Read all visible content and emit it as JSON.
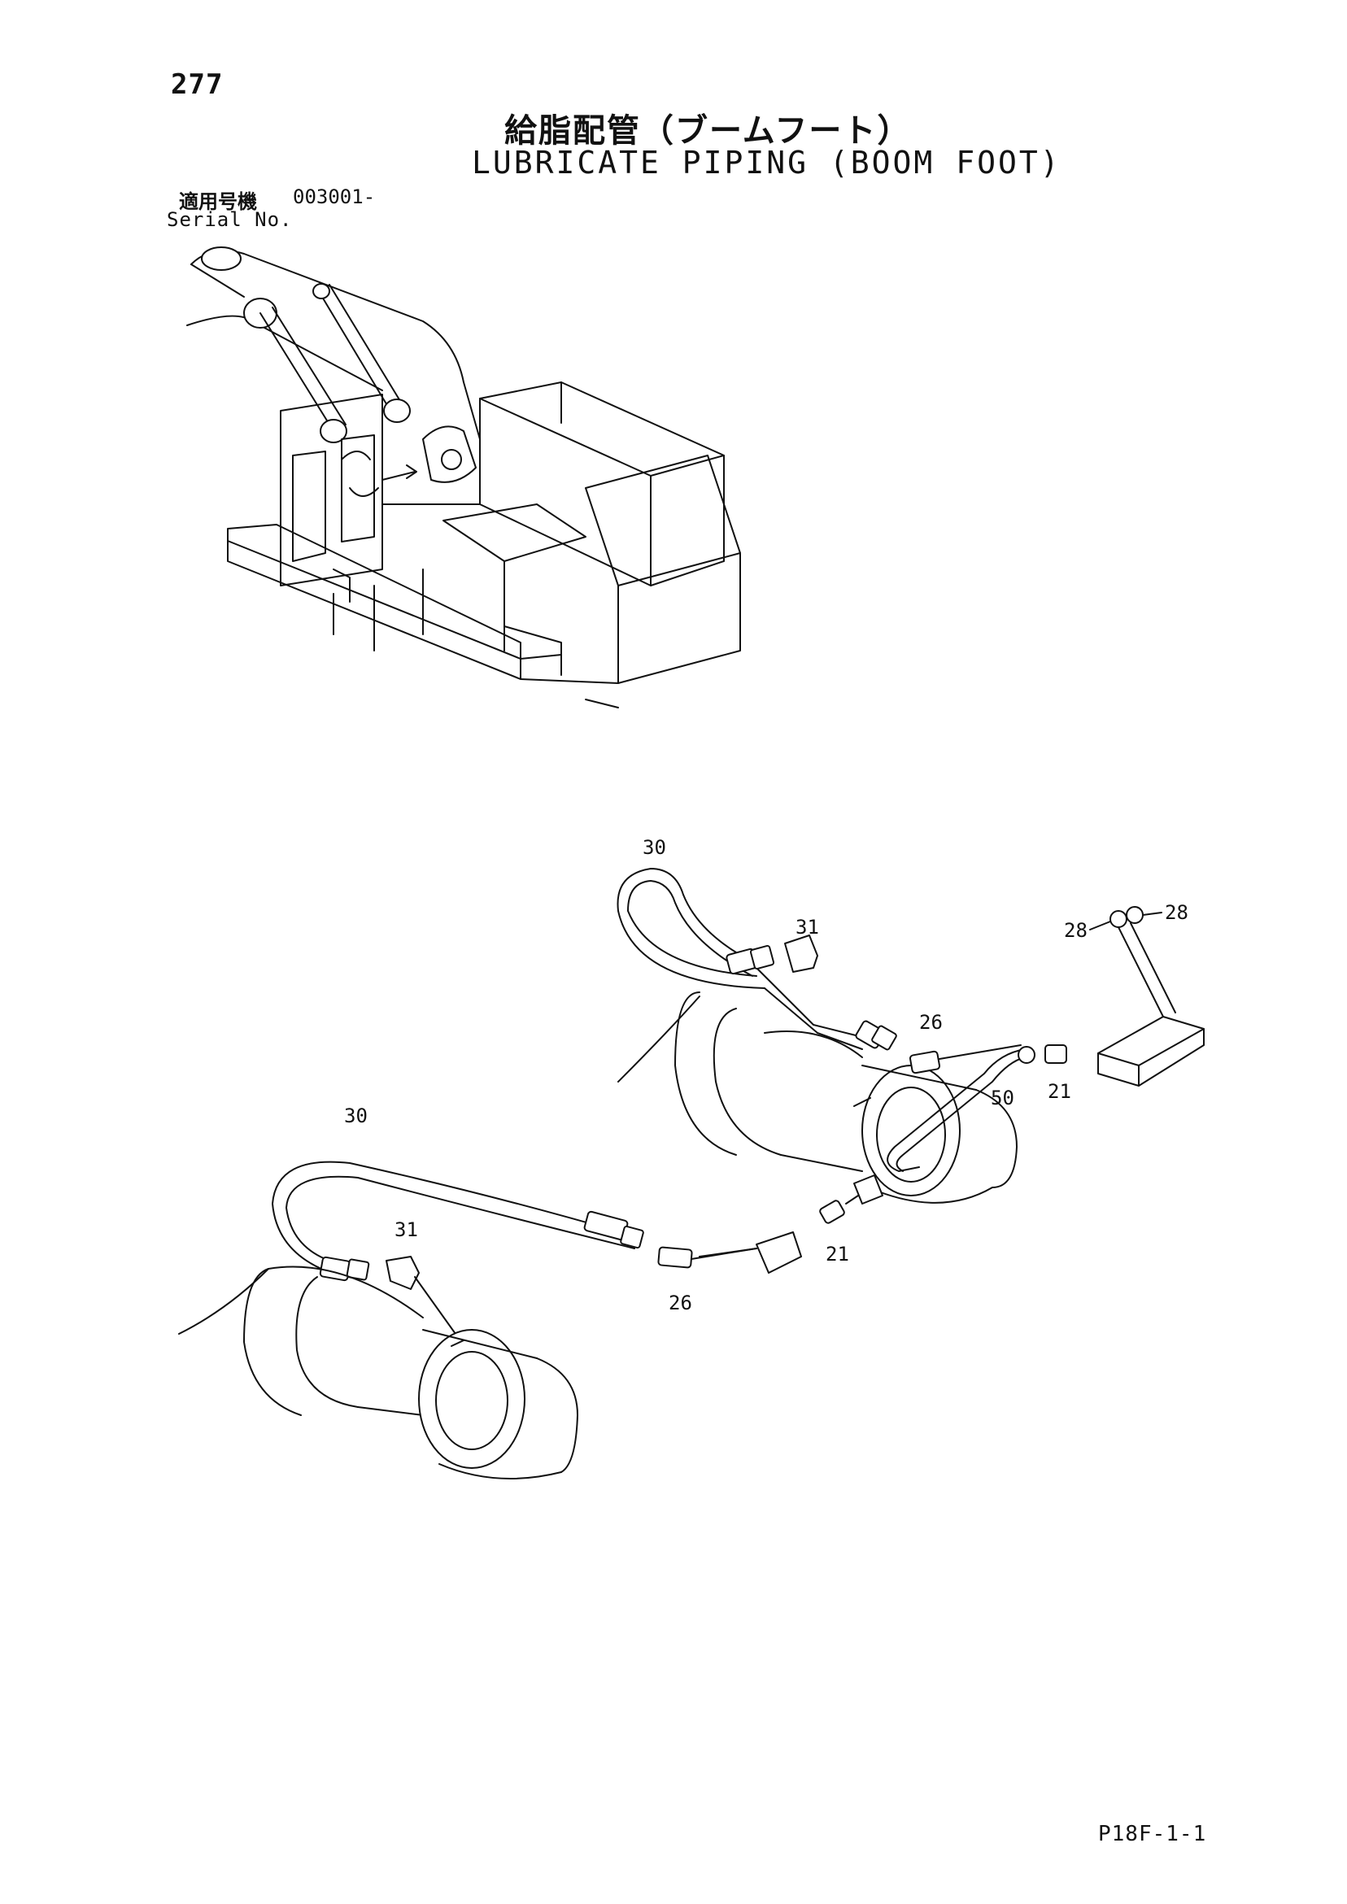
{
  "header": {
    "page_number": "277",
    "title_jp": "給脂配管（ブームフート）",
    "title_en": "LUBRICATE PIPING (BOOM FOOT)"
  },
  "serial": {
    "label_jp": "適用号機",
    "value": "003001-",
    "label_en": "Serial No."
  },
  "callouts": {
    "hose_upper": "30",
    "elbow_upper": "31",
    "adapter_upper": "26",
    "grease_nipple_left": "28",
    "grease_nipple_right": "28",
    "pipe": "50",
    "connector_upper": "21",
    "hose_lower": "30",
    "elbow_lower": "31",
    "adapter_lower": "26",
    "connector_lower": "21"
  },
  "footer": {
    "page_code": "P18F-1-1"
  }
}
